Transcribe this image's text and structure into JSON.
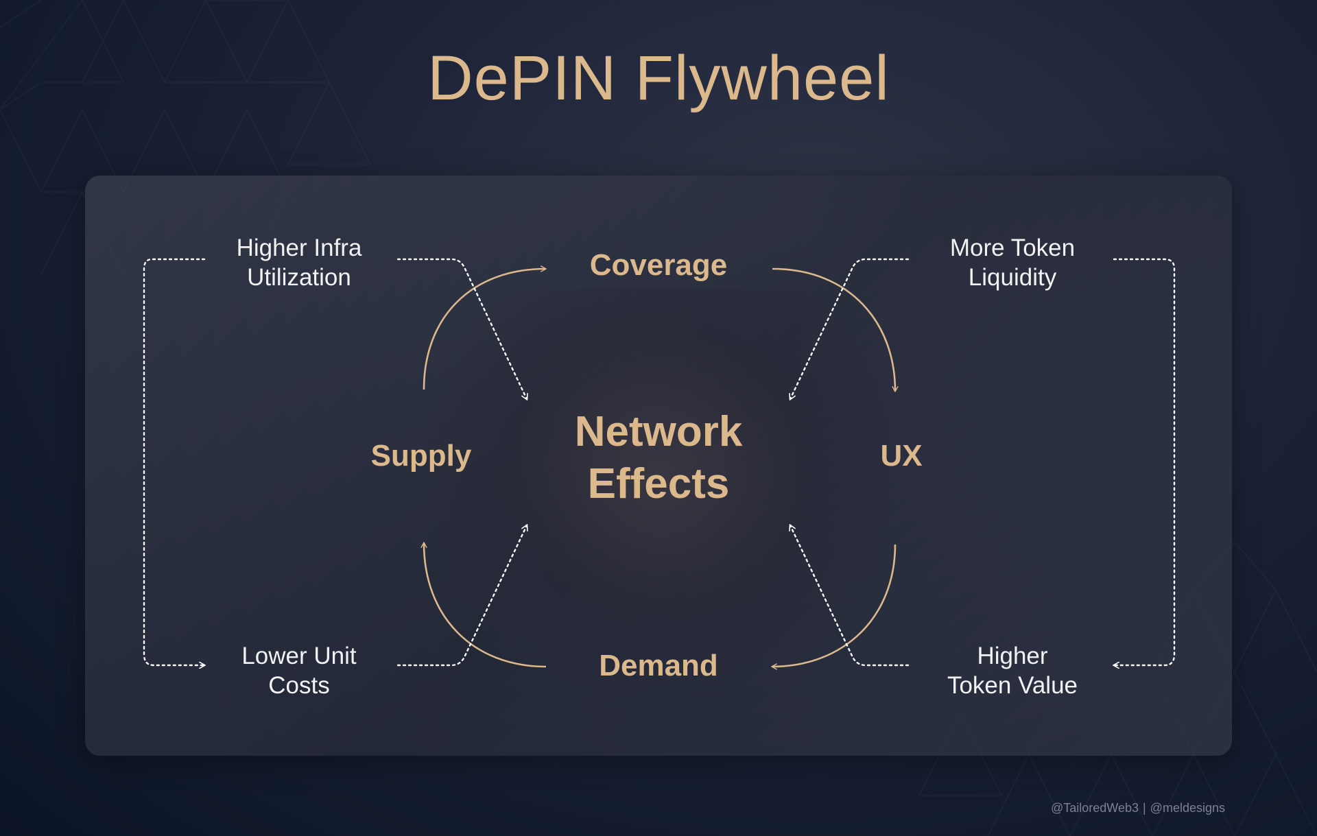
{
  "title": "DePIN Flywheel",
  "center_label": [
    "Network",
    "Effects"
  ],
  "nodes": {
    "coverage": "Coverage",
    "supply": "Supply",
    "ux": "UX",
    "demand": "Demand"
  },
  "side_labels": {
    "top_left": [
      "Higher Infra",
      "Utilization"
    ],
    "bottom_left": [
      "Lower Unit",
      "Costs"
    ],
    "top_right": [
      "More Token",
      "Liquidity"
    ],
    "bottom_right": [
      "Higher",
      "Token Value"
    ]
  },
  "credit": {
    "left": "@TailoredWeb3",
    "separator": "|",
    "right": "@meldesigns"
  },
  "colors": {
    "accent": "#dcb98d",
    "background": "#0b1426",
    "panel": "#2c3040",
    "text": "#f2f2f2",
    "dotted": "#ffffff"
  }
}
